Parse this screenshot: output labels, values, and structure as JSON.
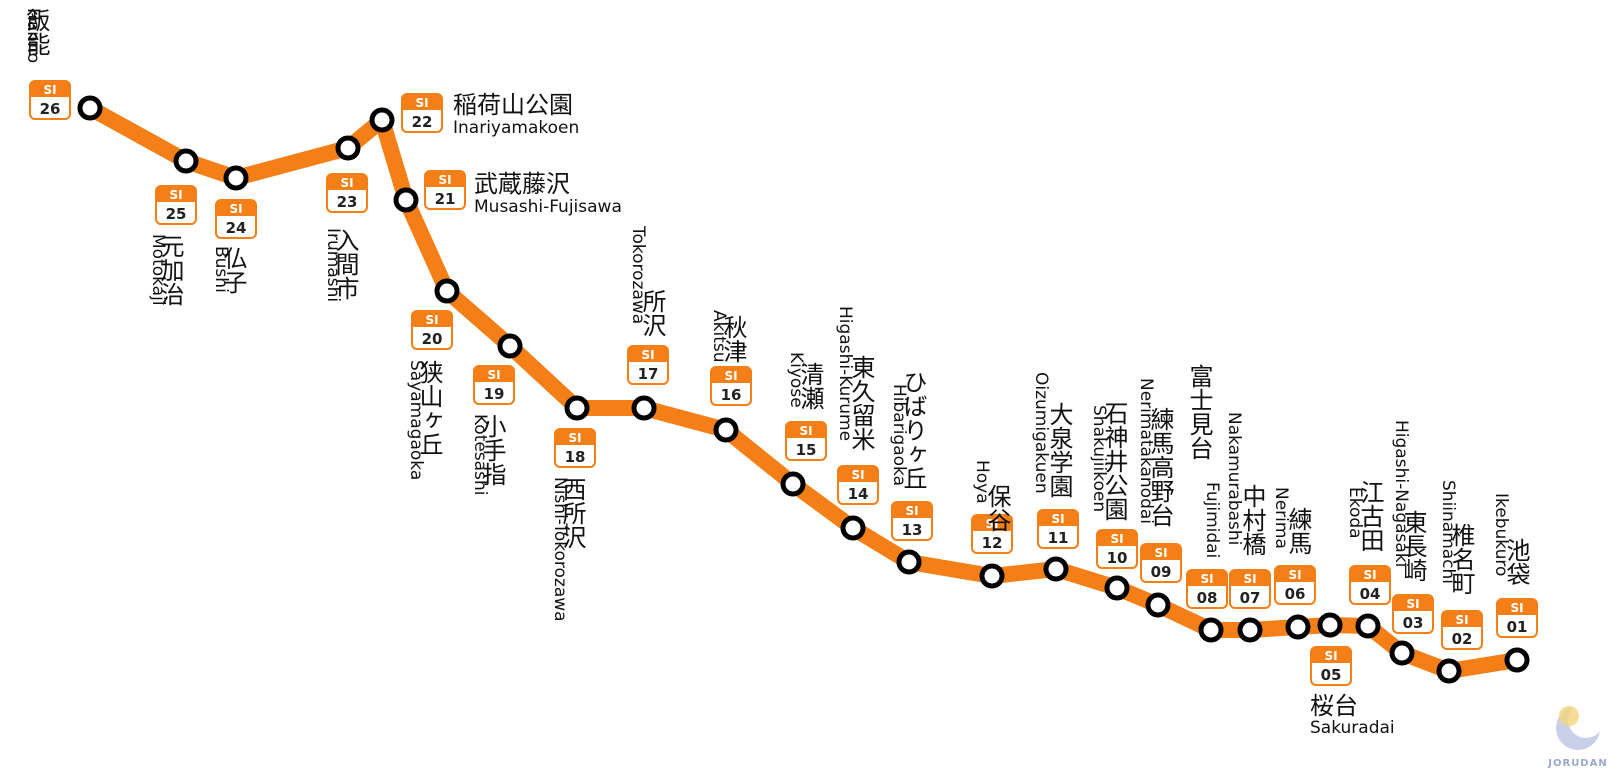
{
  "line": {
    "color": "#F47F16",
    "code": "SI"
  },
  "logo": {
    "text": "JORUDAN",
    "color": "#9AA8D0",
    "moon_color": "#F2D47A"
  },
  "stations": [
    {
      "code": "SI",
      "num": "26",
      "ja": "飯能",
      "en": "Hanno"
    },
    {
      "code": "SI",
      "num": "25",
      "ja": "元加治",
      "en": "Motokaji"
    },
    {
      "code": "SI",
      "num": "24",
      "ja": "仏子",
      "en": "Bushi"
    },
    {
      "code": "SI",
      "num": "23",
      "ja": "入間市",
      "en": "Irumashi"
    },
    {
      "code": "SI",
      "num": "22",
      "ja": "稲荷山公園",
      "en": "Inariyamakoen"
    },
    {
      "code": "SI",
      "num": "21",
      "ja": "武蔵藤沢",
      "en": "Musashi-Fujisawa"
    },
    {
      "code": "SI",
      "num": "20",
      "ja": "狭山ヶ丘",
      "en": "Sayamagaoka"
    },
    {
      "code": "SI",
      "num": "19",
      "ja": "小手指",
      "en": "Kotesashi"
    },
    {
      "code": "SI",
      "num": "18",
      "ja": "西所沢",
      "en": "Nishi-Tokorozawa"
    },
    {
      "code": "SI",
      "num": "17",
      "ja": "所沢",
      "en": "Tokorozawa"
    },
    {
      "code": "SI",
      "num": "16",
      "ja": "秋津",
      "en": "Akitsu"
    },
    {
      "code": "SI",
      "num": "15",
      "ja": "清瀬",
      "en": "Kiyose"
    },
    {
      "code": "SI",
      "num": "14",
      "ja": "東久留米",
      "en": "Higashi-Kurume"
    },
    {
      "code": "SI",
      "num": "13",
      "ja": "ひばりヶ丘",
      "en": "Hibarigaoka"
    },
    {
      "code": "SI",
      "num": "12",
      "ja": "保谷",
      "en": "Hoya"
    },
    {
      "code": "SI",
      "num": "11",
      "ja": "大泉学園",
      "en": "Oizumigakuen"
    },
    {
      "code": "SI",
      "num": "10",
      "ja": "石神井公園",
      "en": "Shakujiikoen"
    },
    {
      "code": "SI",
      "num": "09",
      "ja": "練馬高野台",
      "en": "Nerimatakanodai"
    },
    {
      "code": "SI",
      "num": "08",
      "ja": "富士見台",
      "en": "Fujimidai"
    },
    {
      "code": "SI",
      "num": "07",
      "ja": "中村橋",
      "en": "Nakamurabashi"
    },
    {
      "code": "SI",
      "num": "06",
      "ja": "練馬",
      "en": "Nerima"
    },
    {
      "code": "SI",
      "num": "05",
      "ja": "桜台",
      "en": "Sakuradai"
    },
    {
      "code": "SI",
      "num": "04",
      "ja": "江古田",
      "en": "Ekoda"
    },
    {
      "code": "SI",
      "num": "03",
      "ja": "東長崎",
      "en": "Higashi-Nagasaki"
    },
    {
      "code": "SI",
      "num": "02",
      "ja": "椎名町",
      "en": "Shiinamachi"
    },
    {
      "code": "SI",
      "num": "01",
      "ja": "池袋",
      "en": "Ikebukuro"
    }
  ]
}
